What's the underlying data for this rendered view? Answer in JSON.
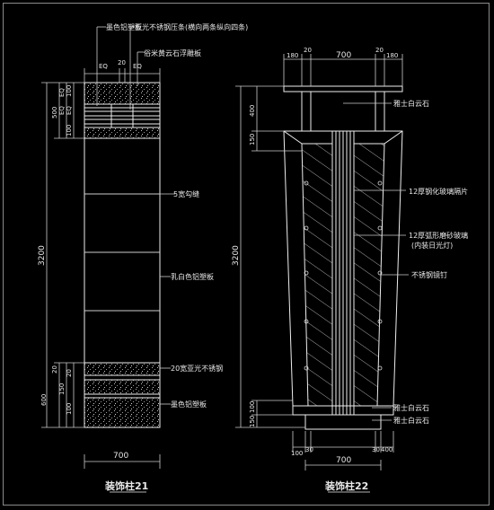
{
  "left": {
    "title": "装饰柱21",
    "callouts": {
      "c1": "墨色铝塑板",
      "c2": "亚光不锈钢压条(横向两条纵向四条)",
      "c3": "俗米黄云石浮雕板",
      "c4": "5宽勾缝",
      "c5": "乳白色铝塑板",
      "c6": "20宽亚光不锈钢",
      "c7": "墨色铝塑板"
    },
    "dims": {
      "eq1": "EQ",
      "top20": "20",
      "eq2": "EQ",
      "v500": "500",
      "vEQ1": "EQ",
      "vEQ2": "EQ",
      "vEQ3": "EQ",
      "v100a": "100",
      "v100b": "100",
      "v3200": "3200",
      "v600": "600",
      "v20a": "20",
      "v150": "150",
      "v20b": "20",
      "v100c": "100",
      "w700": "700"
    }
  },
  "right": {
    "title": "装饰柱22",
    "callouts": {
      "c1": "雅士白云石",
      "c2": "12厚钢化玻璃隔片",
      "c3a": "12厚弧形磨砂玻璃",
      "c3b": "(内装日光灯)",
      "c4": "不锈钢镜钉",
      "c5": "雅士白云石",
      "c6": "雅士白云石"
    },
    "dims": {
      "t180a": "180",
      "t20a": "20",
      "t700": "700",
      "t20b": "20",
      "t180b": "180",
      "v400": "400",
      "v150a": "150",
      "v3200": "3200",
      "v150b": "150",
      "v100": "100",
      "b100": "100",
      "b30a": "30",
      "b30b": "30",
      "b400": "400",
      "b700": "700"
    }
  }
}
